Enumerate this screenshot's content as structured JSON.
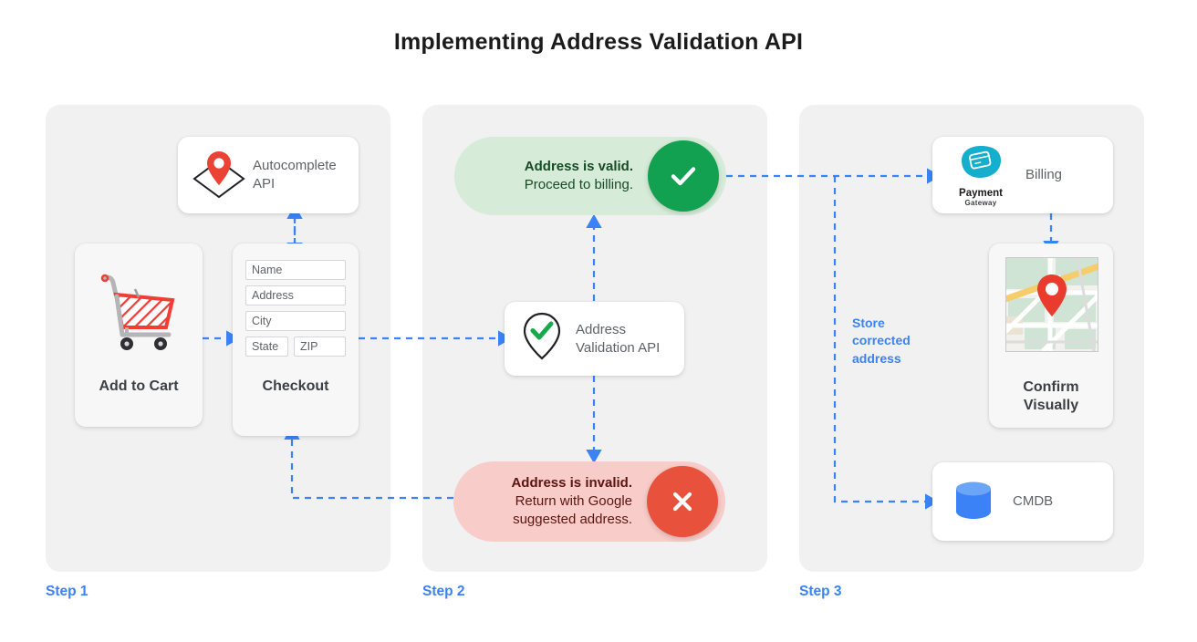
{
  "title": "Implementing Address Validation API",
  "accent_color": "#3b82f6",
  "panel_bg": "#f1f1f2",
  "steps": [
    {
      "label": "Step 1"
    },
    {
      "label": "Step 2"
    },
    {
      "label": "Step 3"
    }
  ],
  "step1": {
    "autocomplete_card": {
      "label_line1": "Autocomplete",
      "label_line2": "API",
      "icon": "map-pin-diamond-icon"
    },
    "add_to_cart_card": {
      "title": "Add to Cart",
      "icon": "shopping-cart-icon"
    },
    "checkout_card": {
      "title": "Checkout",
      "fields": [
        {
          "name": "name-field",
          "value": "Name"
        },
        {
          "name": "address-field",
          "value": "Address"
        },
        {
          "name": "city-field",
          "value": "City"
        },
        {
          "name": "state-field",
          "value": "State"
        },
        {
          "name": "zip-field",
          "value": "ZIP"
        }
      ]
    }
  },
  "step2": {
    "valid_pill": {
      "line1": "Address is valid.",
      "line2": "Proceed to billing.",
      "badge_icon": "check-icon",
      "badge_color": "#12a150",
      "bg_color": "#d6ebd8"
    },
    "validation_card": {
      "label_line1": "Address",
      "label_line2": "Validation API",
      "icon": "pin-check-icon"
    },
    "invalid_pill": {
      "line1": "Address is invalid.",
      "line2": "Return with Google",
      "line3": "suggested address.",
      "badge_icon": "close-icon",
      "badge_color": "#e8513c",
      "bg_color": "#f8ccc8"
    }
  },
  "step3": {
    "billing_card": {
      "label": "Billing",
      "icon": "payment-gateway-icon",
      "logo_line1": "Payment",
      "logo_line2": "Gateway"
    },
    "confirm_card": {
      "title_line1": "Confirm",
      "title_line2": "Visually",
      "icon": "map-thumbnail-icon"
    },
    "cmdb_card": {
      "label": "CMDB",
      "icon": "database-icon"
    },
    "store_note": {
      "line1": "Store",
      "line2": "corrected",
      "line3": "address"
    }
  }
}
